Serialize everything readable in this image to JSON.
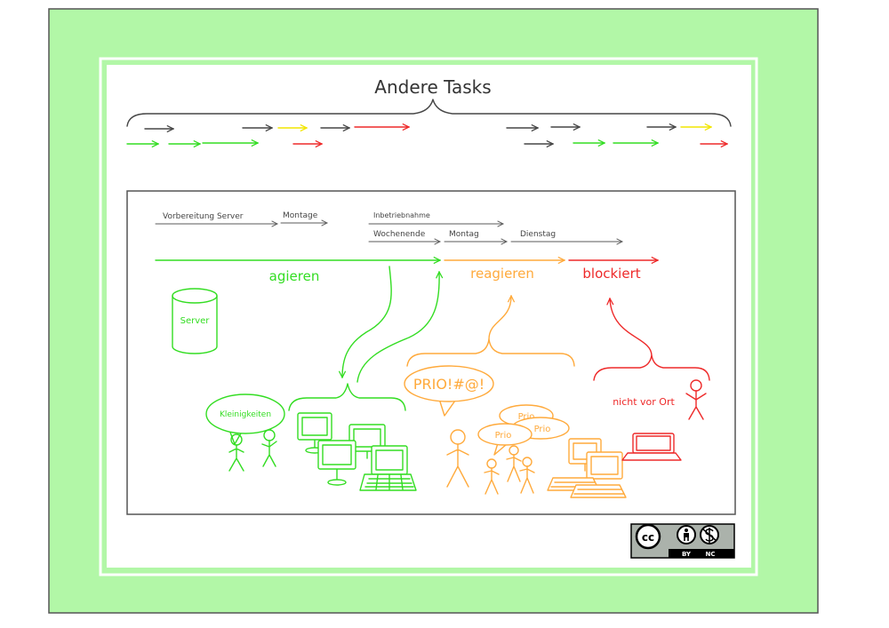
{
  "title": "Andere Tasks",
  "timeline": {
    "top_row": [
      "Vorbereitung Server",
      "Montage",
      "Inbetriebnahme"
    ],
    "bottom_row": [
      "Wochenende",
      "Montag",
      "Dienstag"
    ]
  },
  "phases": {
    "act": "agieren",
    "react": "reagieren",
    "blocked": "blockiert"
  },
  "server_label": "Server",
  "bubbles": {
    "small_tasks": "Kleinigkeiten",
    "priority": "PRIO!#@!",
    "prio": [
      "Prio",
      "Prio",
      "Prio"
    ]
  },
  "away_label": "nicht vor Ort",
  "license": {
    "cc": "cc",
    "by": "BY",
    "nc": "NC",
    "icons": [
      "cc-icon",
      "by-person-icon",
      "nc-no-dollar-icon"
    ]
  },
  "colors": {
    "frame": "#b2f7a7",
    "dark": "#474747",
    "green": "#33dd22",
    "yellow": "#f2e600",
    "red": "#ee2a2a",
    "orange": "#ffaa3c",
    "gray": "#5a5a5a"
  }
}
